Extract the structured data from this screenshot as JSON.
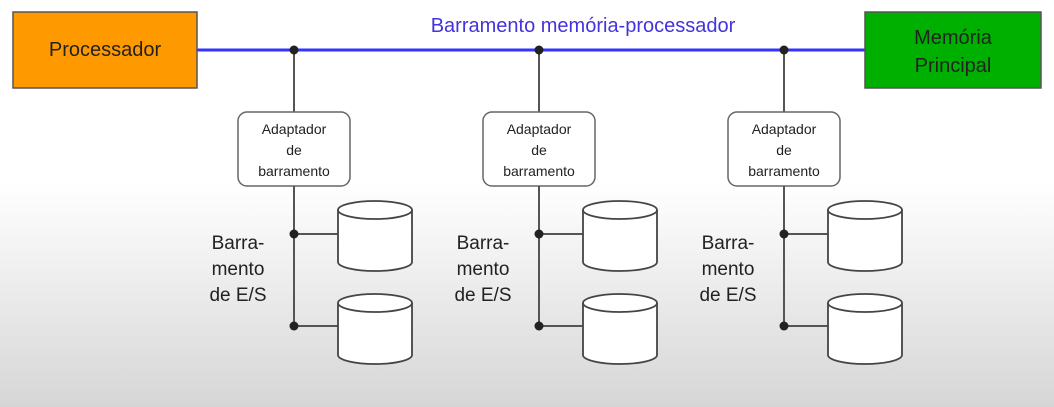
{
  "colors": {
    "processor_fill": "#FF9900",
    "memory_fill": "#00B000",
    "bus_line": "#3333FF",
    "bus_title": "#4433DD",
    "line": "#555555",
    "background_top": "#FFFFFF",
    "background_bottom": "#DADADA"
  },
  "processor": {
    "label": "Processador"
  },
  "memory": {
    "label_line1": "Memória",
    "label_line2": "Principal"
  },
  "bus": {
    "title": "Barramento memória-processador"
  },
  "branches": [
    {
      "adapter": {
        "line1": "Adaptador",
        "line2": "de",
        "line3": "barramento"
      },
      "io_bus": {
        "line1": "Barra-",
        "line2": "mento",
        "line3": "de E/S"
      },
      "disks": [
        "disk",
        "disk"
      ]
    },
    {
      "adapter": {
        "line1": "Adaptador",
        "line2": "de",
        "line3": "barramento"
      },
      "io_bus": {
        "line1": "Barra-",
        "line2": "mento",
        "line3": "de E/S"
      },
      "disks": [
        "disk",
        "disk"
      ]
    },
    {
      "adapter": {
        "line1": "Adaptador",
        "line2": "de",
        "line3": "barramento"
      },
      "io_bus": {
        "line1": "Barra-",
        "line2": "mento",
        "line3": "de E/S"
      },
      "disks": [
        "disk",
        "disk"
      ]
    }
  ]
}
